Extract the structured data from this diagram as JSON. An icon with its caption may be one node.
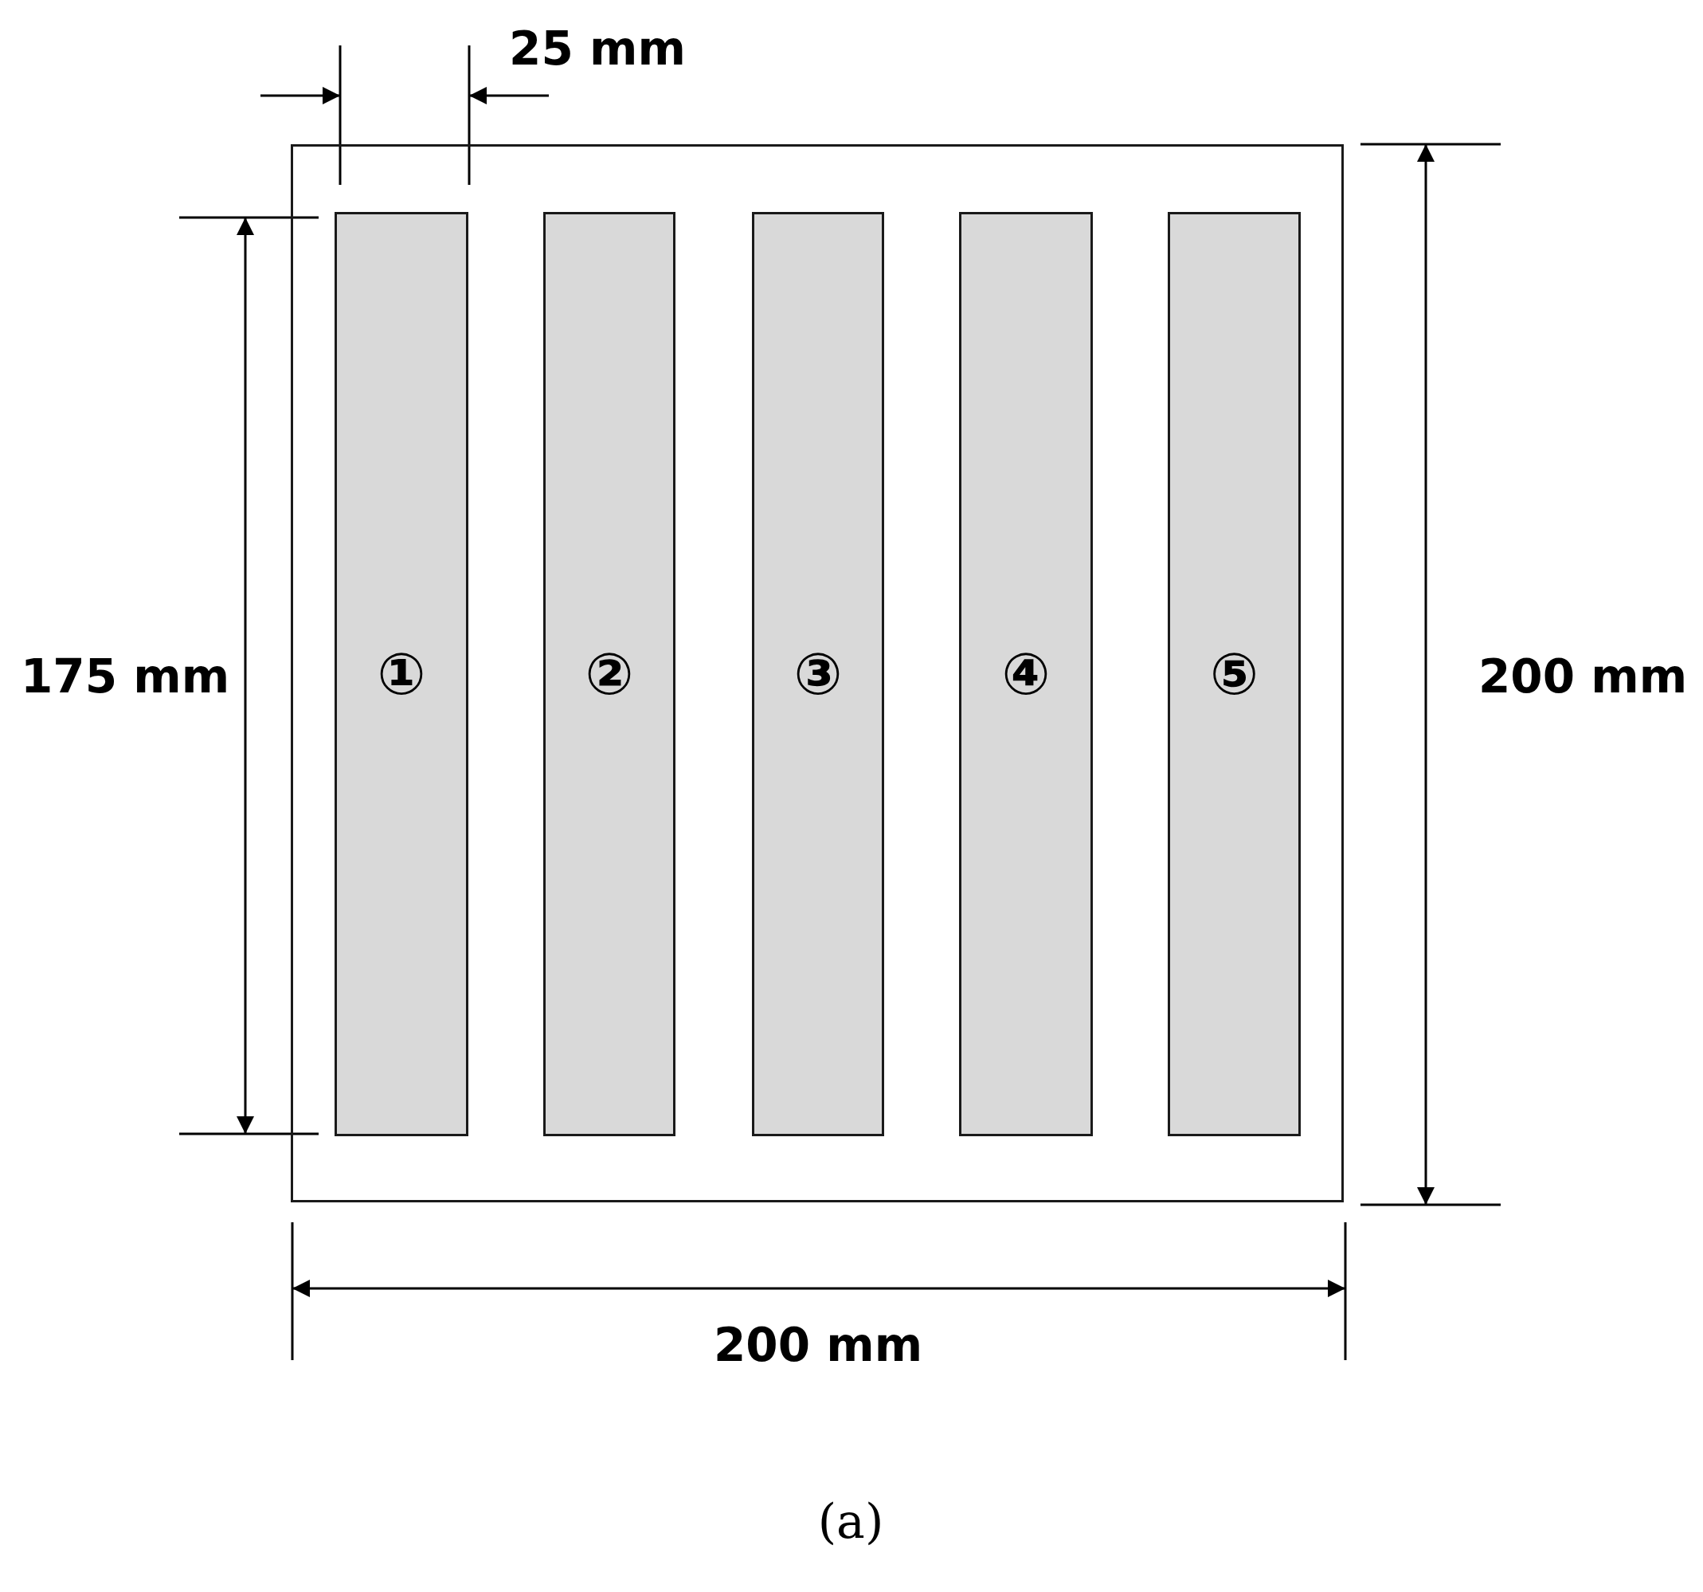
{
  "diagram": {
    "caption": "(a)",
    "nodes": [
      {
        "text": [],
        "shape": "box"
      },
      {
        "text": [
          "①"
        ],
        "in": 0
      },
      {
        "text": [
          "②"
        ],
        "in": 0
      },
      {
        "text": [
          "③"
        ],
        "in": 0
      },
      {
        "text": [
          "④"
        ],
        "in": 0
      },
      {
        "text": [
          "⑤"
        ],
        "in": 0
      }
    ],
    "edges": [],
    "labels": [
      "25 mm",
      "175 mm",
      "200 mm",
      "200 mm"
    ]
  }
}
